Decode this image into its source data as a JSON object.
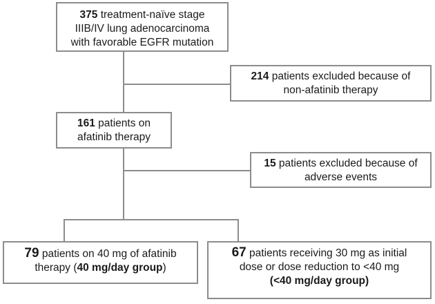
{
  "boxes": {
    "top": {
      "num": "375",
      "line1": " treatment-naïve stage",
      "line2": "IIIB/IV lung adenocarcinoma",
      "line3": "with favorable EGFR mutation"
    },
    "excl1": {
      "num": "214",
      "line1": " patients excluded because of",
      "line2": "non-afatinib therapy"
    },
    "mid": {
      "num": "161",
      "line1": " patients on",
      "line2": "afatinib therapy"
    },
    "excl2": {
      "num": "15",
      "line1": " patients excluded because of",
      "line2": "adverse events"
    },
    "left": {
      "num": "79",
      "line1": " patients on 40 mg of afatinib",
      "line2a": "therapy (",
      "group": "40 mg/day group",
      "line2b": ")"
    },
    "right": {
      "num": "67",
      "line1": " patients receiving 30 mg as initial",
      "line2": "dose or dose reduction to <40 mg",
      "group_open": "(",
      "group": "<40 mg/day group",
      "group_close": ")"
    }
  }
}
